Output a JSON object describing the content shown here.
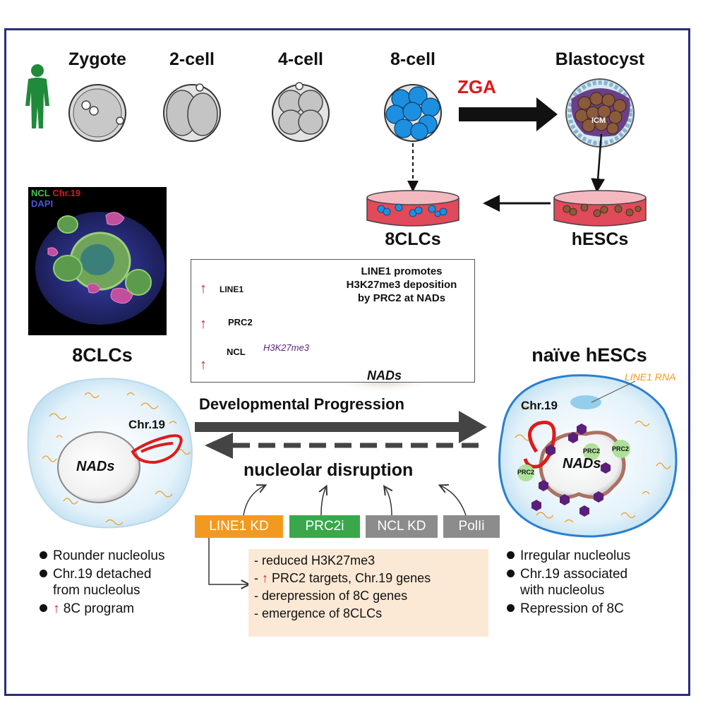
{
  "stages": {
    "zygote": "Zygote",
    "two_cell": "2-cell",
    "four_cell": "4-cell",
    "eight_cell": "8-cell",
    "blastocyst": "Blastocyst",
    "zga": "ZGA",
    "icm": "ICM"
  },
  "culture": {
    "clc_label": "8CLCs",
    "hesc_label": "hESCs"
  },
  "micrograph": {
    "ncl": "NCL",
    "chr19": "Chr.19",
    "dapi": "DAPI"
  },
  "inset": {
    "title_line1": "LINE1 promotes",
    "title_line2": "H3K27me3 deposition",
    "title_line3": "by PRC2 at NADs",
    "line1": "LINE1",
    "prc2": "PRC2",
    "ncl": "NCL",
    "mark": "H3K27me3",
    "nads": "NADs"
  },
  "left_cell": {
    "title": "8CLCs",
    "chr": "Chr.19",
    "nads": "NADs",
    "bullets": [
      "Rounder nucleolus",
      "Chr.19 detached",
      "from nucleolus",
      "8C program"
    ]
  },
  "right_cell": {
    "title": "naïve hESCs",
    "line1_rna": "LINE1 RNA",
    "chr": "Chr.19",
    "prc2": "PRC2",
    "nads": "NADs",
    "bullets": [
      "Irregular nucleolus",
      "Chr.19 associated",
      "with nucleolus",
      "Repression of 8C"
    ]
  },
  "center": {
    "forward": "Developmental Progression",
    "reverse": "nucleolar disruption"
  },
  "perturbations": [
    {
      "label": "LINE1 KD",
      "color": "#f29a1f"
    },
    {
      "label": "PRC2i",
      "color": "#3aa84a"
    },
    {
      "label": "NCL KD",
      "color": "#8c8c8c"
    },
    {
      "label": "PolIi",
      "color": "#8c8c8c"
    }
  ],
  "results": [
    "- reduced H3K27me3",
    "PRC2 targets, Chr.19 genes",
    "- derepression of 8C genes",
    "- emergence of 8CLCs"
  ],
  "colors": {
    "frame": "#2b2e7a",
    "up_arrow": "#e0161a",
    "zga": "#e0161a",
    "purple_mark": "#5a1f7a",
    "line1_orange": "#f29a1f"
  }
}
